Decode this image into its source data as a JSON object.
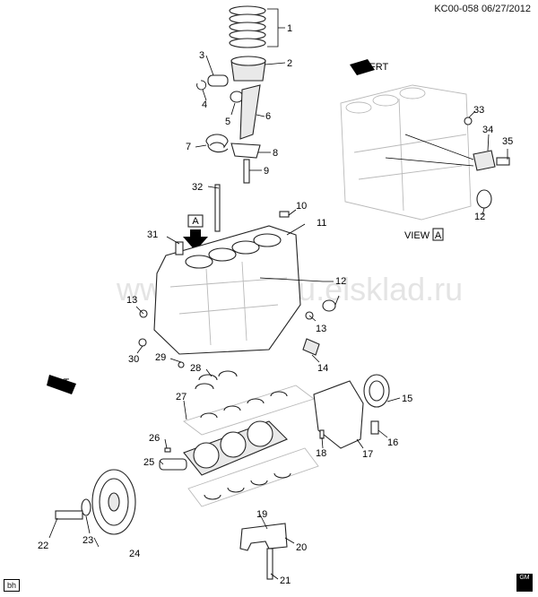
{
  "header": {
    "code": "KC00-058",
    "date": "06/27/2012"
  },
  "watermark": "www.elcats.ru.elsklad.ru",
  "view_label": {
    "text": "VIEW",
    "letter": "A"
  },
  "view_arrow_label": "A",
  "front_arrow_label": "FRT",
  "footer": {
    "tag": "bh",
    "logo": "GM"
  },
  "callouts": [
    {
      "id": "1",
      "text": "1"
    },
    {
      "id": "2",
      "text": "2"
    },
    {
      "id": "3",
      "text": "3"
    },
    {
      "id": "4",
      "text": "4"
    },
    {
      "id": "5",
      "text": "5"
    },
    {
      "id": "6",
      "text": "6"
    },
    {
      "id": "7",
      "text": "7"
    },
    {
      "id": "8",
      "text": "8"
    },
    {
      "id": "9",
      "text": "9"
    },
    {
      "id": "10",
      "text": "10"
    },
    {
      "id": "11",
      "text": "11"
    },
    {
      "id": "12",
      "text": "12"
    },
    {
      "id": "12b",
      "text": "12"
    },
    {
      "id": "13",
      "text": "13"
    },
    {
      "id": "13b",
      "text": "13"
    },
    {
      "id": "14",
      "text": "14"
    },
    {
      "id": "15",
      "text": "15"
    },
    {
      "id": "16",
      "text": "16"
    },
    {
      "id": "17",
      "text": "17"
    },
    {
      "id": "18",
      "text": "18"
    },
    {
      "id": "19",
      "text": "19"
    },
    {
      "id": "20",
      "text": "20"
    },
    {
      "id": "21",
      "text": "21"
    },
    {
      "id": "22",
      "text": "22"
    },
    {
      "id": "23",
      "text": "23"
    },
    {
      "id": "24",
      "text": "24"
    },
    {
      "id": "25",
      "text": "25"
    },
    {
      "id": "26",
      "text": "26"
    },
    {
      "id": "27",
      "text": "27"
    },
    {
      "id": "28",
      "text": "28"
    },
    {
      "id": "29",
      "text": "29"
    },
    {
      "id": "30",
      "text": "30"
    },
    {
      "id": "31",
      "text": "31"
    },
    {
      "id": "32",
      "text": "32"
    },
    {
      "id": "33",
      "text": "33"
    },
    {
      "id": "34",
      "text": "34"
    },
    {
      "id": "35",
      "text": "35"
    }
  ]
}
